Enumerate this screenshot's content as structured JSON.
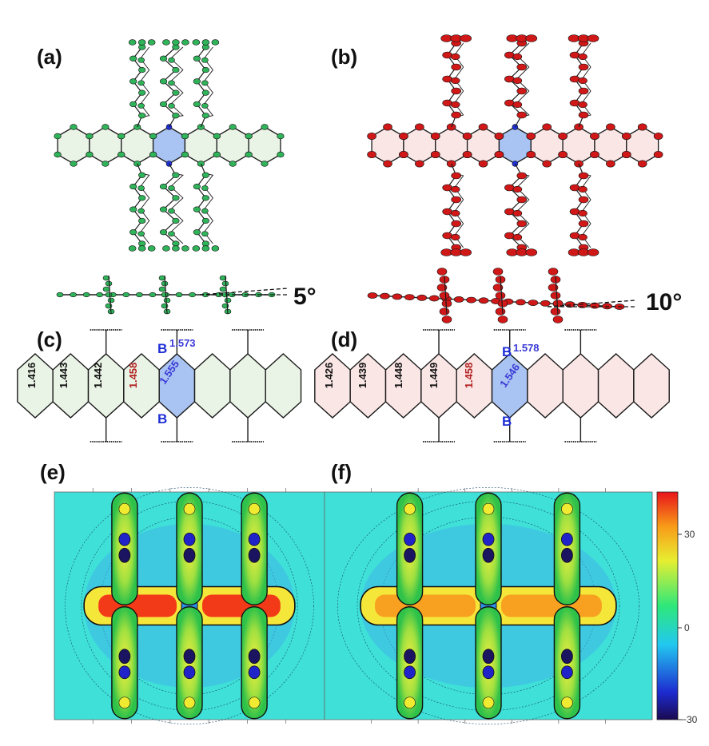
{
  "panels": {
    "a": "(a)",
    "b": "(b)",
    "c": "(c)",
    "d": "(d)",
    "e": "(e)",
    "f": "(f)"
  },
  "angles": {
    "a": "5°",
    "b": "10°"
  },
  "panel_c": {
    "bond_lengths": [
      "1.416",
      "1.443",
      "1.442",
      "1.458"
    ],
    "central_bonds": [
      "1.573",
      "1.555"
    ],
    "boron": "B"
  },
  "panel_d": {
    "bond_lengths": [
      "1.426",
      "1.439",
      "1.448",
      "1.449",
      "1.458"
    ],
    "central_bonds": [
      "1.578",
      "1.546"
    ],
    "boron": "B"
  },
  "colorbar": {
    "ticks": [
      "30",
      "0",
      "−30"
    ]
  },
  "colors": {
    "green_atom": "#2fb45a",
    "red_atom": "#d01818",
    "boron": "#1f2fd6",
    "ring_green": "#eaf4e6",
    "ring_pink": "#fbe6e6",
    "ring_blue": "#a9c3f2"
  }
}
